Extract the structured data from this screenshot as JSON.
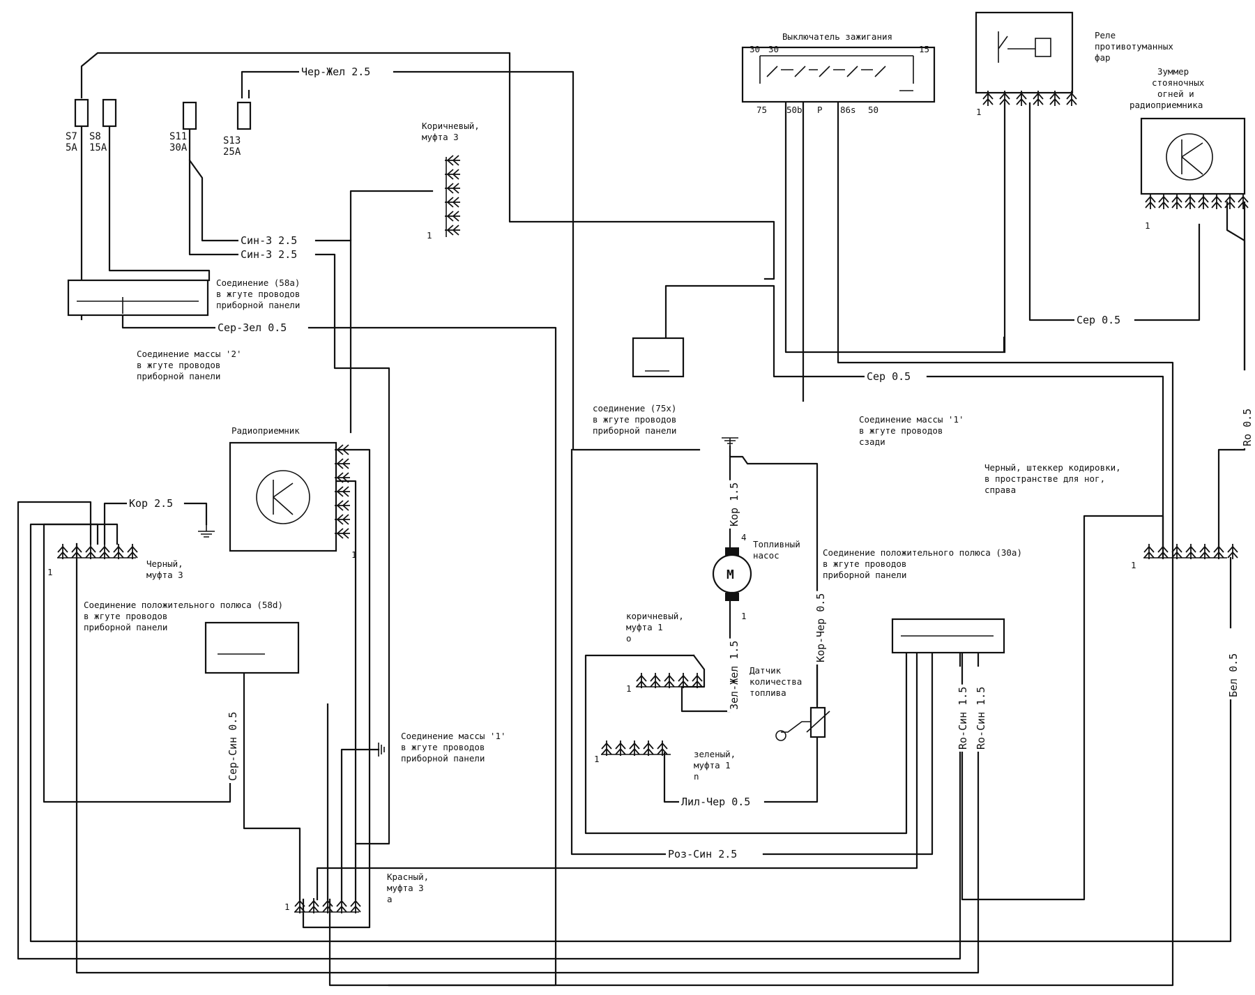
{
  "fuses": [
    {
      "name": "S7",
      "rating": "5A"
    },
    {
      "name": "S8",
      "rating": "15A"
    },
    {
      "name": "S11",
      "rating": "30A"
    },
    {
      "name": "S13",
      "rating": "25A"
    }
  ],
  "ignition_switch": {
    "title": "Выключатель зажигания",
    "top_terminals": [
      "30",
      "30",
      "15"
    ],
    "bottom_terminals": [
      "75",
      "50b",
      "P",
      "86s",
      "50"
    ]
  },
  "relay": {
    "title_line1": "Реле",
    "title_line2": "противотуманных",
    "title_line3": "фар",
    "pin_label": "1"
  },
  "buzzer": {
    "title_line1": "Зуммер",
    "title_line2": "стояночных",
    "title_line3": "огней и",
    "title_line4": "радиоприемника",
    "pin_label": "1"
  },
  "radio": {
    "title": "Радиоприемник",
    "pin_label": "1"
  },
  "fuel_pump": {
    "title_line1": "Топливный",
    "title_line2": "насос",
    "pin_top": "4",
    "pin_bottom": "1",
    "symbol": "M"
  },
  "fuel_sensor": {
    "title_line1": "Датчик",
    "title_line2": "количества",
    "title_line3": "топлива"
  },
  "connectors": {
    "brown3": {
      "line1": "Коричневый,",
      "line2": "муфта 3",
      "pin": "1"
    },
    "black3": {
      "line1": "Черный,",
      "line2": "муфта 3",
      "pin": "1"
    },
    "red3": {
      "line1": "Красный,",
      "line2": "муфта 3",
      "line3": "a",
      "pin": "1"
    },
    "brown1": {
      "line1": "коричневый,",
      "line2": "муфта 1",
      "line3": "o",
      "pin": "1"
    },
    "green1": {
      "line1": "зеленый,",
      "line2": "муфта 1",
      "line3": "n",
      "pin": "1"
    },
    "black_coding": {
      "line1": "Черный, штеккер кодировки,",
      "line2": "в пространстве для ног,",
      "line3": "справа",
      "pin": "1"
    }
  },
  "splices": {
    "s58a": {
      "line1": "Соединение (58a)",
      "line2": "в жгуте проводов",
      "line3": "приборной панели"
    },
    "ground2": {
      "line1": "Соединение массы '2'",
      "line2": "в жгуте проводов",
      "line3": "приборной панели"
    },
    "s75x": {
      "line1": "соединение (75x)",
      "line2": "в жгуте проводов",
      "line3": "приборной панели"
    },
    "ground1_rear": {
      "line1": "Соединение массы '1'",
      "line2": "в жгуте проводов",
      "line3": "сзади"
    },
    "pos30a": {
      "line1": "Соединение положительного полюса (30a)",
      "line2": "в жгуте проводов",
      "line3": "приборной панели"
    },
    "pos58d": {
      "line1": "Соединение положительного полюса (58d)",
      "line2": "в жгуте проводов",
      "line3": "приборной панели"
    },
    "ground1_panel": {
      "line1": "Соединение массы '1'",
      "line2": "в жгуте проводов",
      "line3": "приборной панели"
    }
  },
  "wires": {
    "cher_zhel": "Чер-Жел 2.5",
    "sin3_a": "Син-З 2.5",
    "sin3_b": "Син-З 2.5",
    "ser_zel": "Сер-Зел 0.5",
    "ser_right": "Сер 0.5",
    "ser_mid": "Сер 0.5",
    "ro_right": "Ro 0.5",
    "bel": "Бел 0.5",
    "kor_top": "Кор 2.5",
    "kor_pump": "Кор 1.5",
    "zel_zhel": "Зел-Жел 1.5",
    "kor_cher": "Кор-Чер 0.5",
    "ser_sin": "Сер-Син 0.5",
    "lil_cher": "Лил-Чер 0.5",
    "roz_sin": "Роз-Син 2.5",
    "ro_sin_1": "Ro-Син 1.5",
    "ro_sin_2": "Ro-Син 1.5"
  }
}
